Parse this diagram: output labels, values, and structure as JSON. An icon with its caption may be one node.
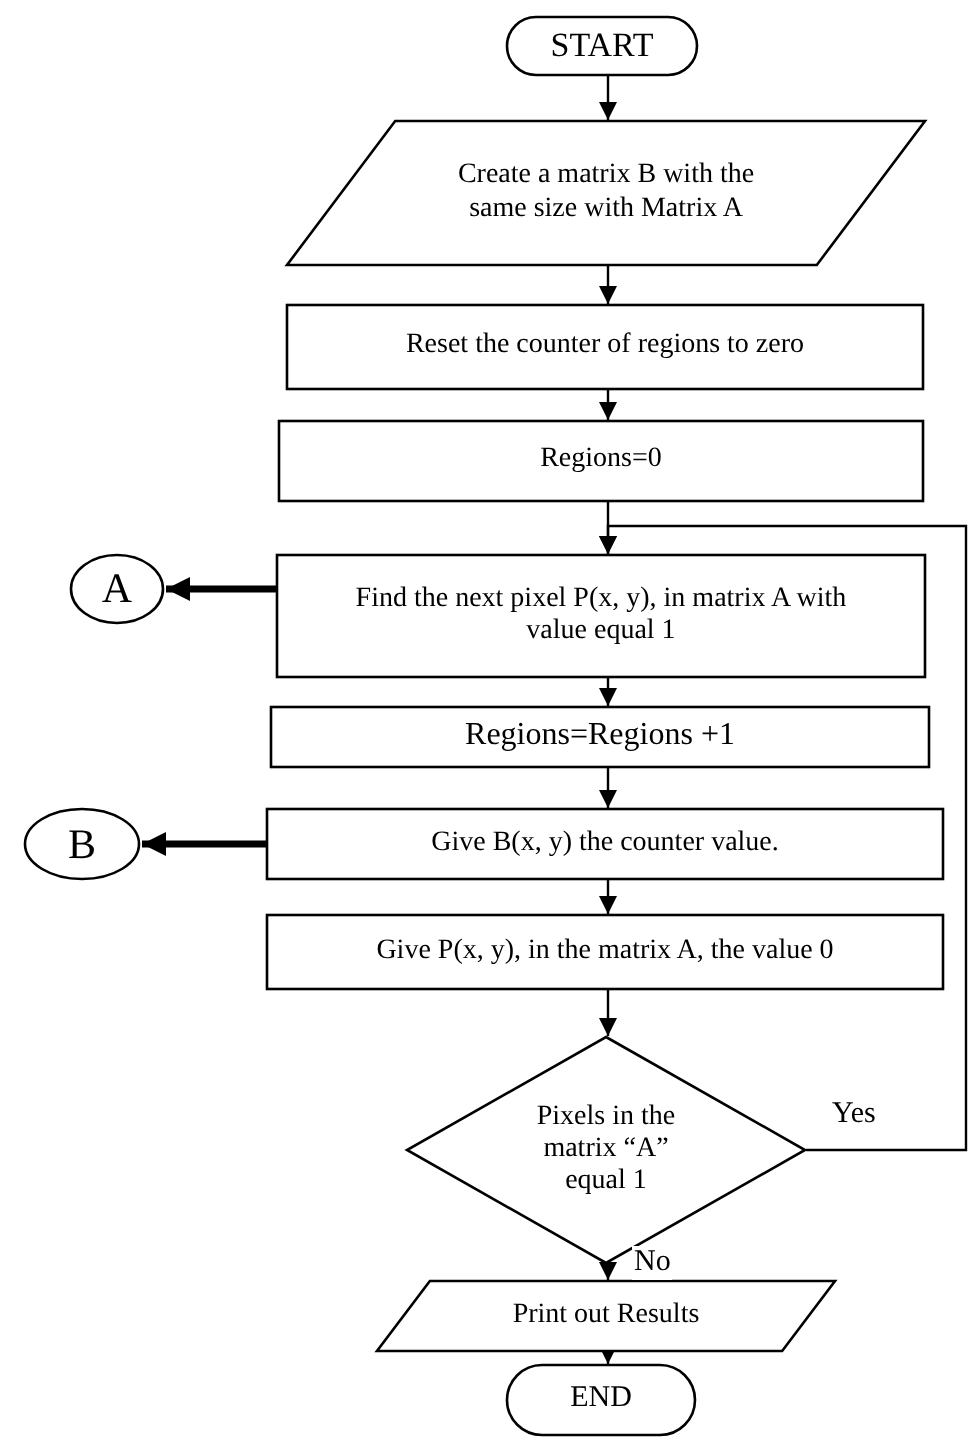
{
  "diagram": {
    "nodes": [
      {
        "text": [
          "START"
        ]
      },
      {
        "text": [
          "Create a matrix B with the same size with Matrix A"
        ]
      },
      {
        "text": [
          "Reset the counter of regions to zero"
        ]
      },
      {
        "text": [
          "Regions=0"
        ]
      },
      {
        "text": [
          "Find the next pixel P(x, y), in matrix A with value equal 1"
        ]
      },
      {
        "text": [
          "Regions=Regions +1"
        ]
      },
      {
        "text": [
          "Give B(x, y) the counter value."
        ]
      },
      {
        "text": [
          "Give P(x, y), in the matrix A, the value 0"
        ]
      },
      {
        "text": [
          "Pixels in the matrix “A” equal 1"
        ]
      },
      {
        "text": [
          "Print out Results"
        ]
      },
      {
        "text": [
          "END"
        ]
      },
      {
        "text": [
          "A"
        ]
      },
      {
        "text": [
          "B"
        ]
      }
    ],
    "edges": [
      {
        "from": 0,
        "to": 1,
        "arrow": "to"
      },
      {
        "from": 1,
        "to": 2,
        "arrow": "to"
      },
      {
        "from": 2,
        "to": 3,
        "arrow": "to"
      },
      {
        "from": 3,
        "to": 4,
        "arrow": "to"
      },
      {
        "from": 4,
        "to": 11,
        "arrow": "to",
        "style": "thick"
      },
      {
        "from": 4,
        "to": 5,
        "arrow": "to"
      },
      {
        "from": 5,
        "to": 6,
        "arrow": "to"
      },
      {
        "from": 6,
        "to": 12,
        "arrow": "to",
        "style": "thick"
      },
      {
        "from": 6,
        "to": 7,
        "arrow": "to"
      },
      {
        "from": 7,
        "to": 8,
        "arrow": "to"
      },
      {
        "from": 8,
        "to": 4,
        "arrow": "to",
        "label": "Yes"
      },
      {
        "from": 8,
        "to": 9,
        "arrow": "to",
        "label": "No"
      },
      {
        "from": 9,
        "to": 10,
        "arrow": "to"
      }
    ]
  }
}
